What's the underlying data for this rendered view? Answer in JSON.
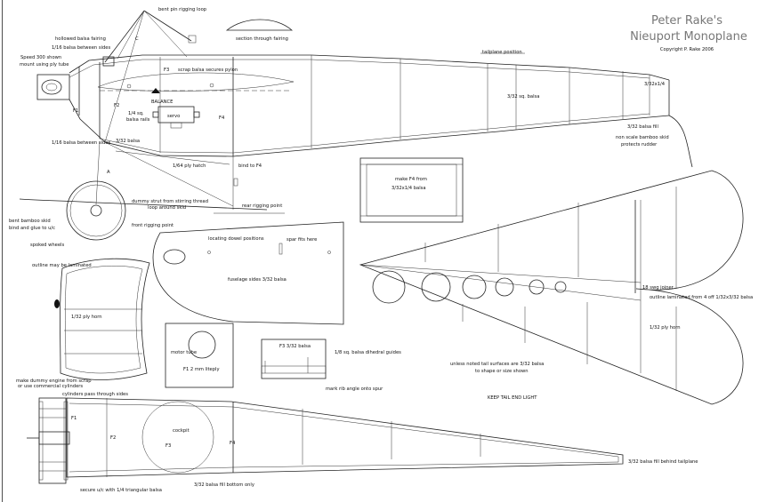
{
  "title": {
    "line1": "Peter Rake's",
    "line2": "Nieuport Monoplane",
    "copyright": "Copyright P. Rake 2006"
  },
  "labels": {
    "bent_pin": "bent pin rigging loop",
    "section": "section through fairing",
    "hollowed": "hollowed balsa fairing",
    "balsa_between_1": "1/16 balsa between sides",
    "letter_c": "C",
    "speed300_1": "Speed 300 shown",
    "speed300_2": "mount using ply tube",
    "f1": "F1",
    "f2": "F2",
    "f3": "F3",
    "f4": "F4",
    "scrap_pylon": "scrap balsa secures pylon",
    "tailplane_pos": "tailplane position",
    "sq_balsa": "3/32 sq. balsa",
    "balance": "BALANCE",
    "servo": "servo",
    "balsa_rails_1": "1/4 sq.",
    "balsa_rails_2": "balsa rails",
    "balsa_between_2": "1/16 balsa between sides",
    "balsa_332": "3/32 balsa",
    "ply_hatch": "1/64 ply hatch",
    "bind_f4": "bind to F4",
    "size_332x14": "3/32x1/4",
    "balsa_fill": "3/32 balsa fill",
    "bamboo_skid_1": "non scale bamboo skid",
    "bamboo_skid_2": "protects rudder",
    "make_f4": "make F4 from",
    "make_f4_2": "3/32x1/4 balsa",
    "letter_a": "A",
    "dummy_strut_1": "dummy strut from stirring thread",
    "dummy_strut_2": "loop around skid",
    "rear_rig": "rear rigging point",
    "front_rig": "front rigging point",
    "bent_bamboo_1": "bent bamboo skid",
    "bent_bamboo_2": "bind and glue to u/c",
    "spoked": "spoked wheels",
    "locating_dowel": "locating dowel positions",
    "spar_fits": "spar fits here",
    "fuselage_sides": "fuselage sides 3/32 balsa",
    "outline_laminated": "outline may be laminated",
    "ply_horn": "1/32 ply horn",
    "motor_tube": "motor tube",
    "biteply": "F1 2 mm liteply",
    "f3_balsa": "F3 3/32 balsa",
    "dihedral": "1/8 sq. balsa dihedral guides",
    "mark_rib": "mark rib angle onto spur",
    "swg_joiner": "18 swg joiner",
    "outline_lam2": "outline laminated from 4 off 1/32x3/32 balsa",
    "ply_horn_2": "1/32 ply horn",
    "tail_surfaces_1": "unless noted tail surfaces are 3/32 balsa",
    "tail_surfaces_2": "to shape or size shown",
    "keep_tail": "KEEP TAIL END LIGHT",
    "dummy_engine_1": "make dummy engine from scrap",
    "dummy_engine_2": "or use commercial cylinders",
    "cyl_pass": "cylinders pass through sides",
    "cockpit": "cockpit",
    "secure_uc": "secure u/c with 1/4 triangular balsa",
    "fill_bottom": "3/32 balsa fill bottom only",
    "fill_behind": "3/32 balsa fill behind tailplane"
  }
}
